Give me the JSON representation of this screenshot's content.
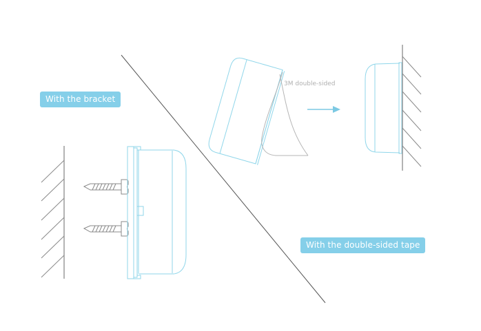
{
  "labels": {
    "bracket_method": "With the bracket",
    "tape_method": "With the double-sided tape",
    "tape_annotation": "3M double-sided"
  },
  "colors": {
    "device_outline": "#8fd6ea",
    "badge_background": "#85cfe9",
    "badge_text": "#ffffff",
    "wall_line": "#8a8a8a",
    "divider_line": "#555555",
    "tape_line": "#b5b5b5",
    "arrow": "#7cc9e3",
    "annotation_text": "#b0b0b0"
  },
  "icons": {
    "screw": "screw-icon",
    "arrow": "arrow-right-icon",
    "wall": "wall-hatch-icon",
    "device": "sensor-device-icon"
  }
}
